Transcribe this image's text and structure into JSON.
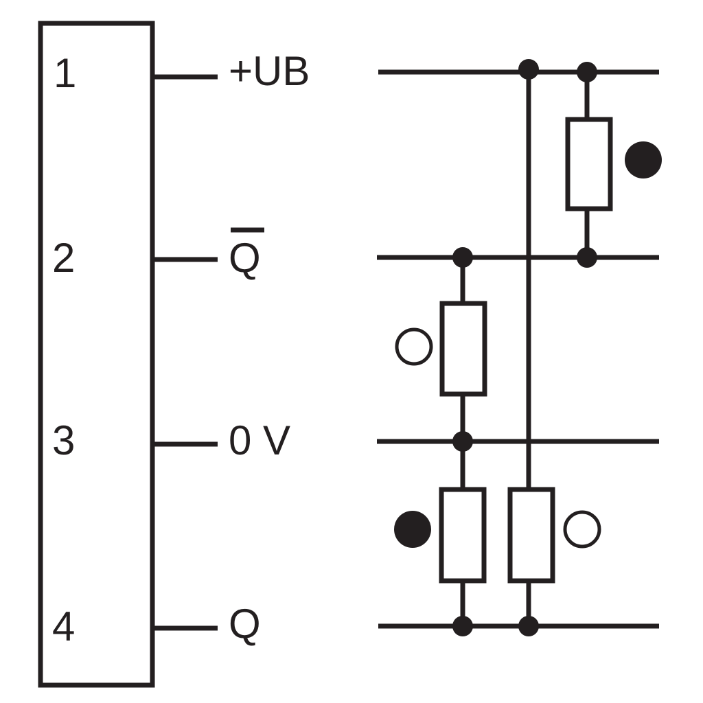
{
  "connector": {
    "pins": [
      {
        "number": "1",
        "signal": "+UB"
      },
      {
        "number": "2",
        "signal": "Q"
      },
      {
        "number": "3",
        "signal": "0 V"
      },
      {
        "number": "4",
        "signal": "Q"
      }
    ]
  },
  "colors": {
    "ink": "#231f20",
    "background": "#ffffff"
  }
}
